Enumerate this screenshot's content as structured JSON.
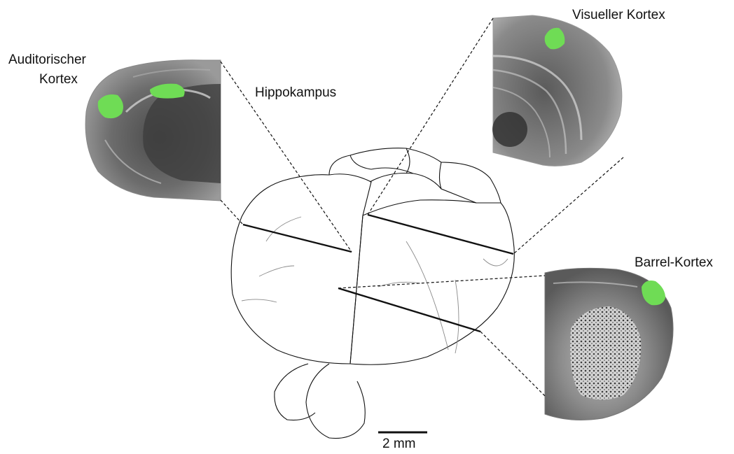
{
  "labels": {
    "auditory_line1": "Auditorischer",
    "auditory_line2": "Kortex",
    "hippocampus": "Hippokampus",
    "visual": "Visueller Kortex",
    "barrel": "Barrel-Kortex"
  },
  "scale_bar": {
    "label": "2 mm"
  },
  "colors": {
    "highlight_green": "#6fdc55",
    "outline": "#111111",
    "section_gray": "#6f6f6f"
  }
}
